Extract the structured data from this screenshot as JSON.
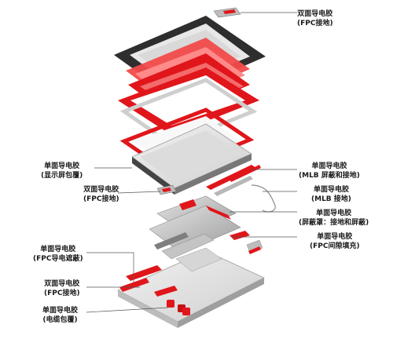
{
  "labels": [
    {
      "id": "l1",
      "line1": "双面导电胶",
      "line2": "(FPC接地)"
    },
    {
      "id": "l2",
      "line1": "单面导电胶",
      "line2": "(显示屏包覆)"
    },
    {
      "id": "l3",
      "line1": "双面导电胶",
      "line2": "(FPC接地)"
    },
    {
      "id": "l4",
      "line1": "单面导电胶",
      "line2": "(MLB 屏蔽和接地)"
    },
    {
      "id": "l5",
      "line1": "单面导电胶",
      "line2": "(MLB 接地)"
    },
    {
      "id": "l6",
      "line1": "单面导电胶",
      "line2": "(屏蔽罩：接地和屏蔽)"
    },
    {
      "id": "l7",
      "line1": "单面导电胶",
      "line2": "(FPC间隙填充)"
    },
    {
      "id": "l8",
      "line1": "单面导电胶",
      "line2": "(FPC导电遮蔽)"
    },
    {
      "id": "l9",
      "line1": "双面导电胶",
      "line2": "(FPC接地)"
    },
    {
      "id": "l10",
      "line1": "单面导电胶",
      "line2": "(电缆包覆)"
    }
  ],
  "colors": {
    "accent_red": "#e0161b",
    "light_red": "#f36b6b",
    "dark_glass": "#3a3a3a",
    "metal": "#c8c8c8",
    "metal_dark": "#8e8e8e",
    "leader": "#555555"
  }
}
